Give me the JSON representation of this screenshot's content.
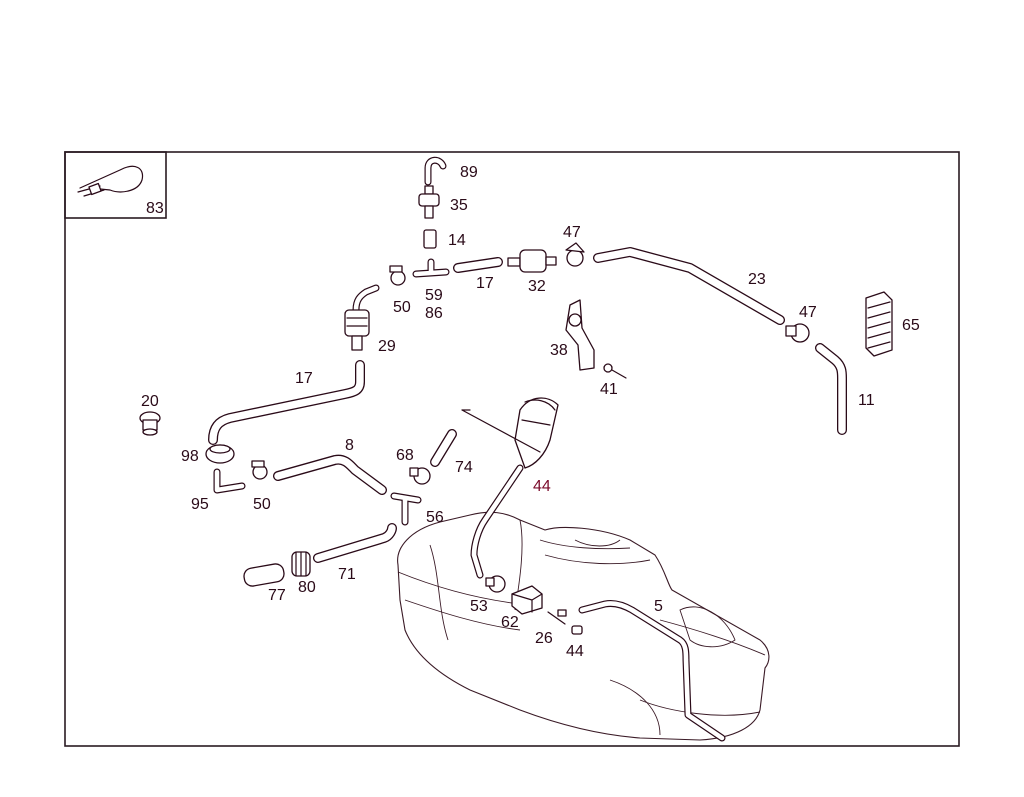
{
  "colors": {
    "ink": "#2a0a18",
    "accent": "#7a0a2a",
    "background": "#ffffff"
  },
  "labels": {
    "p83": "83",
    "p89": "89",
    "p35": "35",
    "p14": "14",
    "p47a": "47",
    "p59": "59",
    "p86": "86",
    "p50a": "50",
    "p17a": "17",
    "p32": "32",
    "p23": "23",
    "p47b": "47",
    "p65": "65",
    "p29": "29",
    "p38": "38",
    "p41": "41",
    "p11": "11",
    "p17b": "17",
    "p20": "20",
    "p8": "8",
    "p68": "68",
    "p74": "74",
    "p44a": "44",
    "p98": "98",
    "p95": "95",
    "p50b": "50",
    "p56": "56",
    "p71": "71",
    "p77": "77",
    "p80": "80",
    "p53": "53",
    "p62": "62",
    "p5": "5",
    "p26": "26",
    "p44b": "44"
  }
}
